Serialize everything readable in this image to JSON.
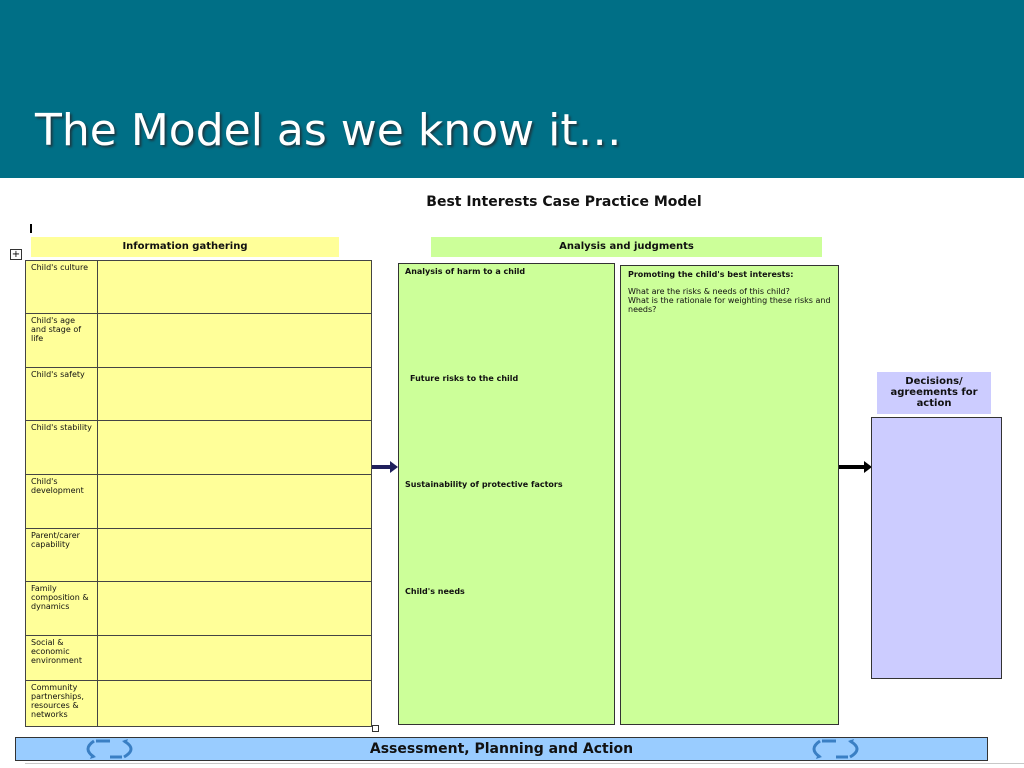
{
  "slide": {
    "title": "The Model as we know it…"
  },
  "diagram": {
    "title": "Best Interests Case Practice Model",
    "information_gathering": {
      "header": "Information gathering",
      "rows": [
        {
          "label": "Child's culture",
          "height": 53
        },
        {
          "label": "Child's age and stage of life",
          "height": 54
        },
        {
          "label": "Child's safety",
          "height": 53
        },
        {
          "label": "Child's stability",
          "height": 54
        },
        {
          "label": "Child's development",
          "height": 54
        },
        {
          "label": "Parent/carer capability",
          "height": 53
        },
        {
          "label": "Family composition & dynamics",
          "height": 54
        },
        {
          "label": "Social & economic environment",
          "height": 45
        },
        {
          "label": "Community partnerships, resources & networks",
          "height": 46
        }
      ]
    },
    "analysis": {
      "header": "Analysis and judgments",
      "harm_panel": {
        "harm": "Analysis of harm to a child",
        "future_risks": "Future risks to the child",
        "sustainability": "Sustainability of protective factors",
        "needs": "Child's needs"
      },
      "promote_panel": {
        "title": "Promoting the child's best interests:",
        "q1": "What are the risks & needs of this child?",
        "q2": "What is the rationale for weighting these risks and needs?"
      }
    },
    "decisions": {
      "header": "Decisions/ agreements for action"
    },
    "footer": {
      "label": "Assessment, Planning and Action"
    },
    "colors": {
      "header_bg": "#006f86",
      "info_fill": "#ffff99",
      "analysis_fill": "#ccff99",
      "decisions_fill": "#ccccff",
      "footer_fill": "#99ccff",
      "cycle_arrow": "#3a7fc4"
    },
    "icons": [
      "move-handle-icon",
      "cycle-arrows-icon",
      "flow-arrow-icon"
    ]
  }
}
